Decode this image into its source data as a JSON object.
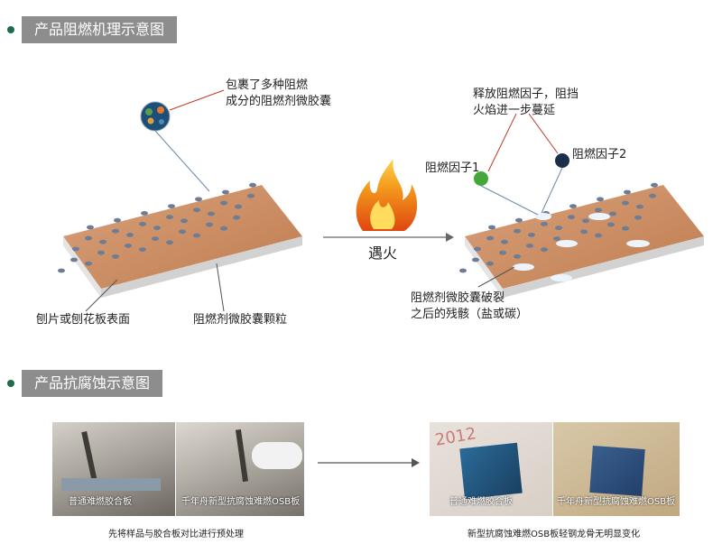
{
  "section1": {
    "title": "产品阻燃机理示意图"
  },
  "section2": {
    "title": "产品抗腐蚀示意图"
  },
  "diagram1": {
    "capsule_label_line1": "包裹了多种阻燃",
    "capsule_label_line2": "成分的阻燃剂微胶囊",
    "surface_label": "刨片或刨花板表面",
    "particle_label": "阻燃剂微胶囊颗粒",
    "fire_label": "遇火",
    "release_line1": "释放阻燃因子，阻挡",
    "release_line2": "火焰进一步蔓延",
    "factor1": "阻燃因子1",
    "factor2": "阻燃因子2",
    "residue_line1": "阻燃剂微胶囊破裂",
    "residue_line2": "之后的残骸（盐或碳）"
  },
  "diagram2": {
    "photo1_caption": "普通难燃胶合板",
    "photo2_caption": "千年舟新型抗腐蚀难燃OSB板",
    "left_caption": "先将样品与胶合板对比进行预处理",
    "photo3_caption": "普通难燃胶合板",
    "photo4_caption": "千年舟新型抗腐蚀难燃OSB板",
    "right_caption": "新型抗腐蚀难燃OSB板轻钢龙骨无明显变化"
  },
  "colors": {
    "accent_dot": "#1f6b4a",
    "header_bg": "#8d8d8d",
    "board_top": "#c98a5d",
    "factor1": "#43a837",
    "factor2": "#1a2e4a"
  }
}
